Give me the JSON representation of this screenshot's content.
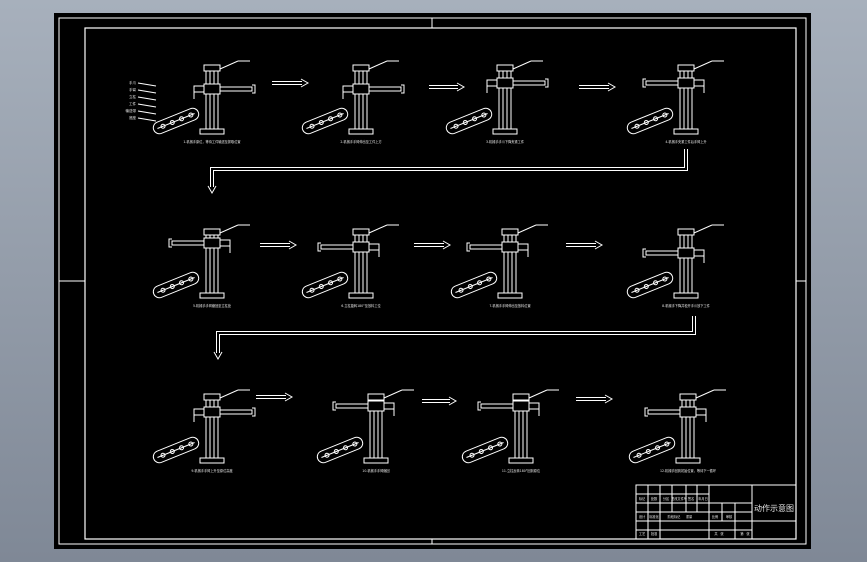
{
  "drawing": {
    "title_block_name": "动作示意图",
    "title_block_cells": [
      "标记",
      "处数",
      "分区",
      "更改文件号",
      "签名",
      "年月日",
      "设计",
      "标准化",
      "阶段标记",
      "重量",
      "比例",
      "审核",
      "工艺",
      "批准",
      "共",
      "张",
      "第",
      "张"
    ],
    "steps": [
      {
        "caption": "1.机械手原位，等待工件输送至抓取位置"
      },
      {
        "caption": "2.机械手手臂伸出至工件上方"
      },
      {
        "caption": "3.机械手手爪下降夹紧工件"
      },
      {
        "caption": "4.机械手夹紧工件后手臂上升"
      },
      {
        "caption": "5.机械手手臂缩回至立柱处"
      },
      {
        "caption": "6.立柱旋转180°至放料工位"
      },
      {
        "caption": "7.机械手手臂伸出至放料位置"
      },
      {
        "caption": "8.机械手下降并松开手爪放下工件"
      },
      {
        "caption": "9.机械手手臂上升至原位高度"
      },
      {
        "caption": "10.机械手手臂缩回"
      },
      {
        "caption": "11.立柱反转180°回到原位"
      },
      {
        "caption": "12.机械手回到初始位置，等待下一循环"
      }
    ],
    "part_labels": [
      "手爪",
      "手臂",
      "立柱",
      "工件",
      "输送带",
      "底座"
    ]
  }
}
